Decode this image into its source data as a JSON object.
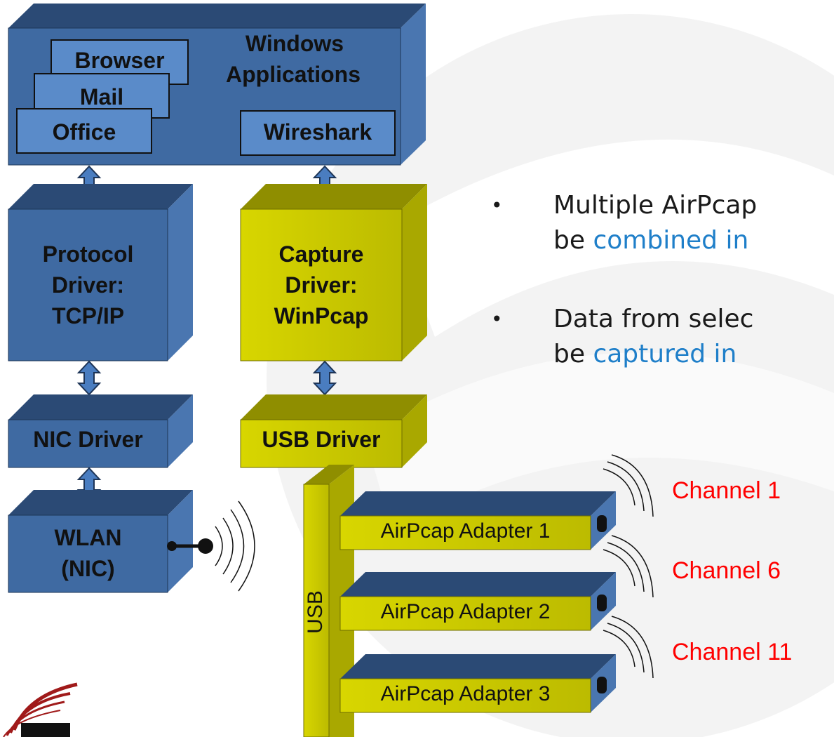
{
  "windows_apps": {
    "title_line1": "Windows",
    "title_line2": "Applications",
    "apps": [
      "Browser",
      "Mail",
      "Office"
    ],
    "wireshark": "Wireshark"
  },
  "left_stack": {
    "protocol_driver": [
      "Protocol",
      "Driver:",
      "TCP/IP"
    ],
    "nic_driver": "NIC Driver",
    "wlan": [
      "WLAN",
      "(NIC)"
    ]
  },
  "right_stack": {
    "capture_driver": [
      "Capture",
      "Driver:",
      "WinPcap"
    ],
    "usb_driver": "USB Driver",
    "usb_bus": "USB"
  },
  "adapters": [
    "AirPcap Adapter 1",
    "AirPcap Adapter 2",
    "AirPcap Adapter 3"
  ],
  "channels": [
    "Channel 1",
    "Channel 6",
    "Channel 11"
  ],
  "bullets": [
    {
      "text": "Multiple AirPcap",
      "highlight": "be combined in"
    },
    {
      "text": "Data from selec",
      "highlight": "be captured in"
    }
  ],
  "bullet_symbol": "•",
  "colors": {
    "box_front": "#3f6aa2",
    "box_top": "#2b4a75",
    "box_side": "#4a76b0",
    "yellow_front": "#c9c800",
    "yellow_top": "#8f8e00",
    "yellow_side": "#a9a800",
    "channel_text": "#ff0000",
    "highlight_text": "#1f7fc9"
  }
}
